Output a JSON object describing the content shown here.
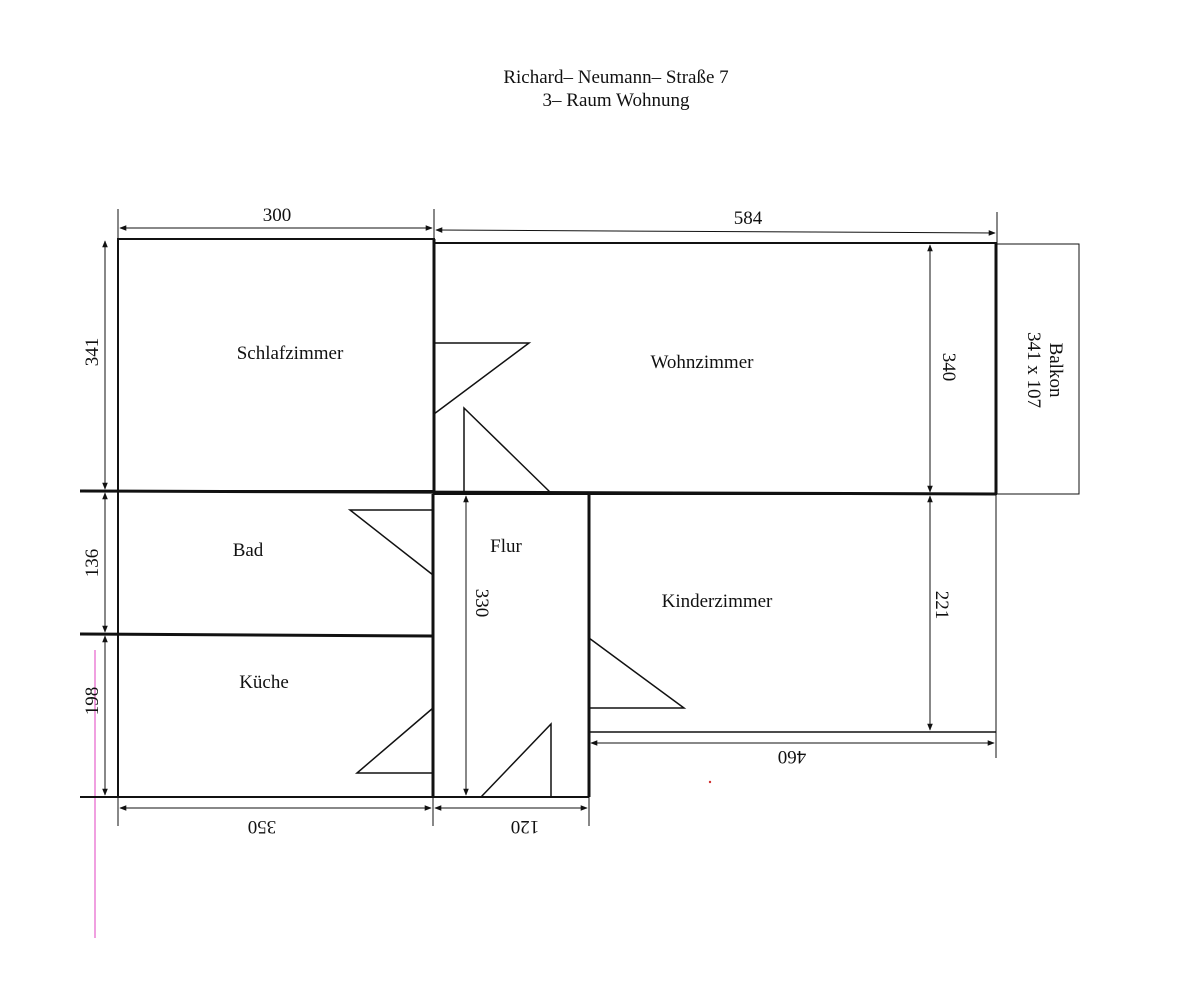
{
  "header": {
    "address": "Richard– Neumann– Straße 7",
    "subtitle": "3– Raum Wohnung"
  },
  "rooms": {
    "schlafzimmer": "Schlafzimmer",
    "wohnzimmer": "Wohnzimmer",
    "bad": "Bad",
    "kueche": "Küche",
    "flur": "Flur",
    "kinderzimmer": "Kinderzimmer",
    "balkon_name": "Balkon",
    "balkon_size": "341 x 107"
  },
  "dimensions": {
    "top_left": "300",
    "top_right": "584",
    "left_upper": "341",
    "left_middle": "136",
    "left_lower": "198",
    "wohnzimmer_height": "340",
    "kinderzimmer_height": "221",
    "flur_length": "330",
    "kinderzimmer_width": "460",
    "bottom_left": "350",
    "bottom_flur": "120"
  },
  "colors": {
    "line": "#111111",
    "margin_line": "#e040c0"
  }
}
